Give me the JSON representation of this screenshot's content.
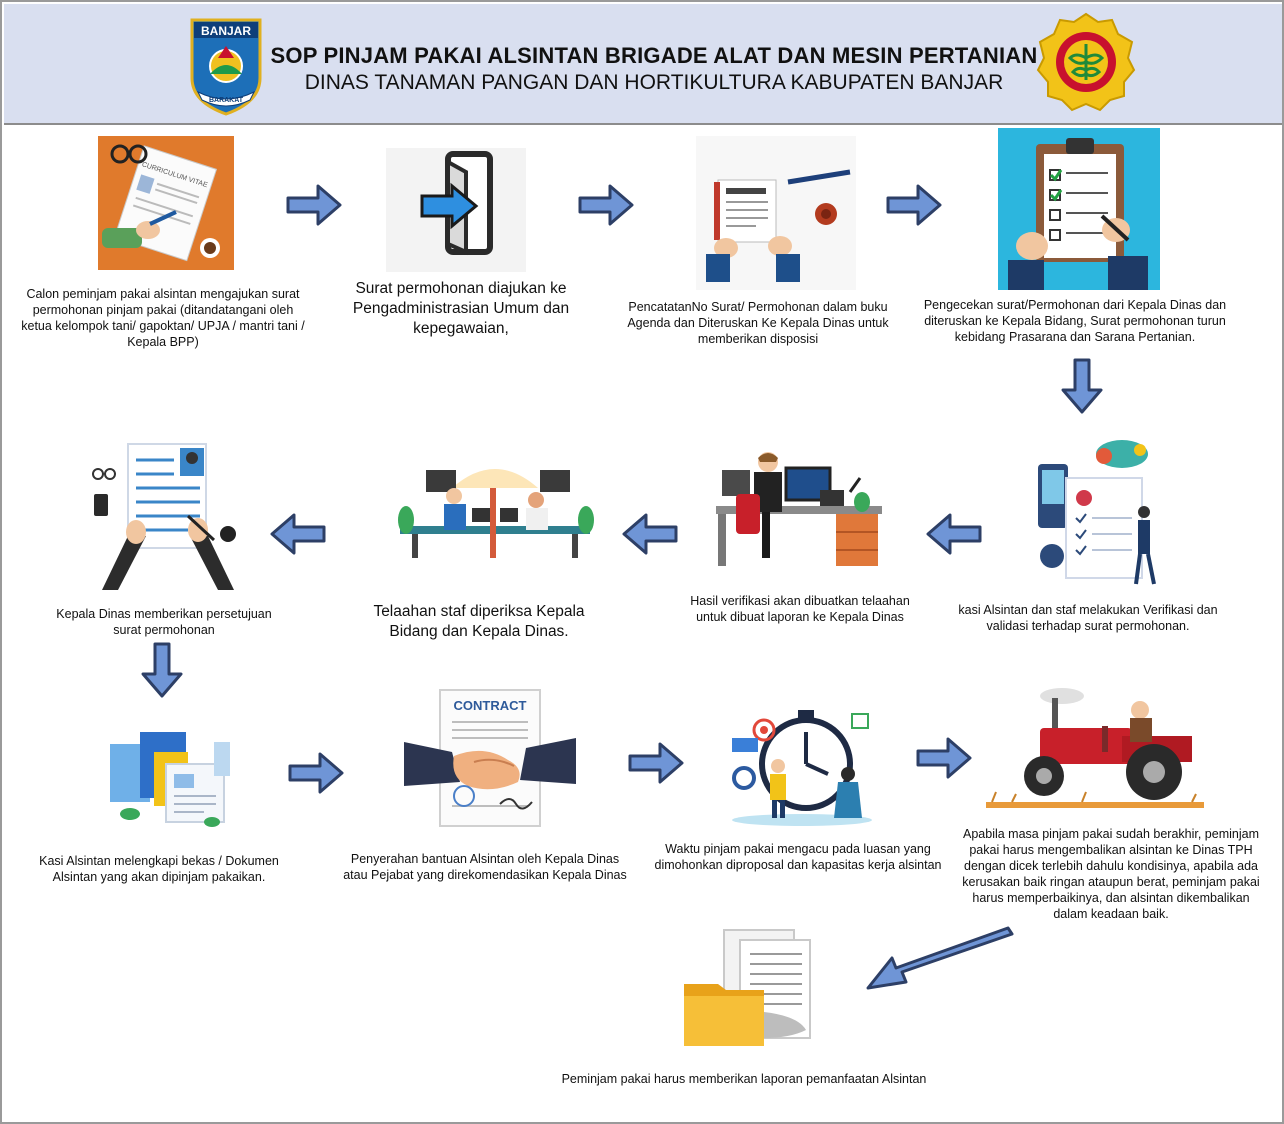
{
  "header": {
    "title": "SOP PINJAM PAKAI ALSINTAN BRIGADE ALAT DAN MESIN PERTANIAN",
    "subtitle": "DINAS TANAMAN PANGAN DAN HORTIKULTURA KABUPATEN BANJAR",
    "left_logo_text": "BANJAR",
    "left_logo_ribbon": "BARAKAT"
  },
  "steps": [
    {
      "text": "Calon peminjam pakai alsintan mengajukan surat permohonan pinjam pakai (ditandatangani oleh ketua kelompok tani/ gapoktan/ UPJA / mantri tani / Kepala BPP)",
      "illustration_text": "CURRICULUM VITAE"
    },
    {
      "text": "Surat permohonan diajukan ke Pengadministrasian Umum dan kepegawaian,"
    },
    {
      "text": "PencatatanNo Surat/ Permohonan dalam buku Agenda dan Diteruskan Ke Kepala Dinas untuk memberikan disposisi"
    },
    {
      "text": "Pengecekan surat/Permohonan dari Kepala Dinas dan diteruskan ke Kepala Bidang, Surat permohonan turun kebidang Prasarana dan Sarana Pertanian."
    },
    {
      "text": "kasi Alsintan dan staf melakukan Verifikasi dan validasi terhadap surat permohonan."
    },
    {
      "text": "Hasil verifikasi akan dibuatkan telaahan untuk dibuat laporan ke Kepala Dinas"
    },
    {
      "text": "Telaahan staf diperiksa Kepala Bidang dan Kepala Dinas."
    },
    {
      "text": "Kepala Dinas memberikan persetujuan surat permohonan"
    },
    {
      "text": "Kasi Alsintan melengkapi bekas / Dokumen Alsintan yang akan dipinjam pakaikan."
    },
    {
      "text": "Penyerahan bantuan Alsintan oleh Kepala Dinas atau Pejabat yang direkomendasikan Kepala Dinas",
      "illustration_text": "CONTRACT"
    },
    {
      "text": "Waktu pinjam pakai mengacu pada luasan yang dimohonkan diproposal dan kapasitas kerja  alsintan"
    },
    {
      "text": "Apabila masa pinjam pakai sudah berakhir, peminjam pakai harus mengembalikan alsintan ke Dinas TPH dengan dicek terlebih dahulu kondisinya, apabila ada kerusakan baik ringan ataupun berat, peminjam pakai harus memperbaikinya, dan alsintan dikembalikan dalam keadaan baik."
    },
    {
      "text": "Peminjam pakai harus memberikan laporan pemanfaatan Alsintan"
    }
  ],
  "colors": {
    "header_bg": "#d9dff0",
    "arrow_fill": "#6f95d6",
    "arrow_stroke": "#2d3f66"
  }
}
